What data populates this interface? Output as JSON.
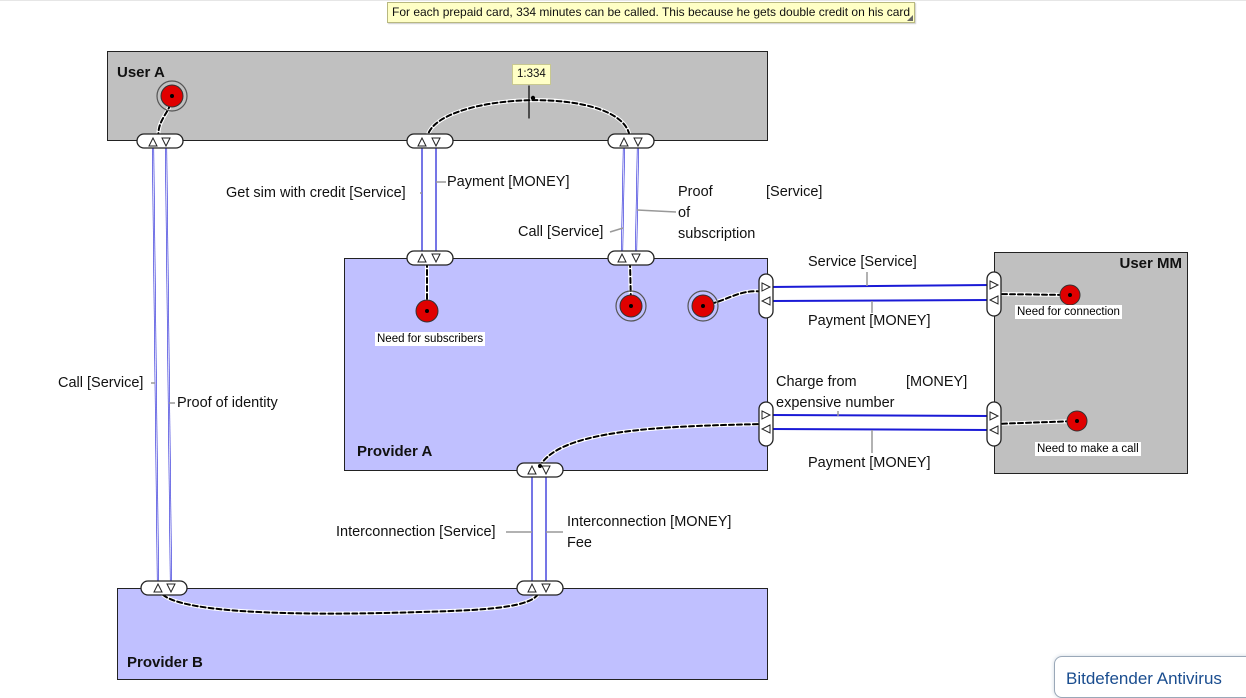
{
  "note": {
    "text": "For each prepaid card, 334 minutes can be called. This because he gets double credit on his card"
  },
  "ratio": "1:334",
  "actors": {
    "user_a": "User A",
    "provider_a": "Provider A",
    "provider_b": "Provider B",
    "user_mm": "User MM"
  },
  "needs": {
    "subscribers": "Need for subscribers",
    "connection": "Need for connection",
    "make_call": "Need to make a call"
  },
  "labels": {
    "get_sim": "Get sim with credit [Service]",
    "payment_money_top": "Payment [MONEY]",
    "proof_word": "Proof",
    "proof_service": "[Service]",
    "proof_of": "of",
    "proof_subscription": "subscription",
    "call_service_top": "Call [Service]",
    "service_service": "Service [Service]",
    "payment_money_mm1": "Payment [MONEY]",
    "charge_from": "Charge from",
    "charge_money": "[MONEY]",
    "expensive_number": "expensive number",
    "payment_money_mm2": "Payment [MONEY]",
    "call_service_left": "Call [Service]",
    "proof_identity": "Proof of identity",
    "interconnection_service": "Interconnection [Service]",
    "interconnection_money": "Interconnection [MONEY]",
    "fee": "Fee"
  },
  "popup": {
    "text": "Bitdefender Antivirus"
  },
  "colors": {
    "user_fill": "#c0c0c0",
    "provider_fill": "#c0c0ff",
    "transfer_line": "#1a1ad6",
    "need_red": "#e00000",
    "note_fill": "#ffffc6"
  }
}
